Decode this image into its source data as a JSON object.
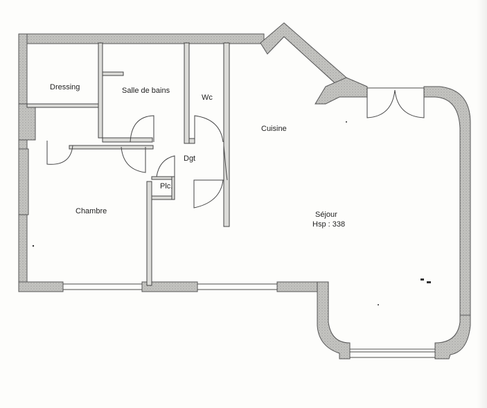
{
  "rooms": {
    "dressing": "Dressing",
    "salle_de_bains": "Salle de bains",
    "wc": "Wc",
    "cuisine": "Cuisine",
    "dgt": "Dgt",
    "placard": "Plc.",
    "chambre": "Chambre",
    "sejour": "Séjour",
    "hauteur": "Hsp : 338"
  }
}
